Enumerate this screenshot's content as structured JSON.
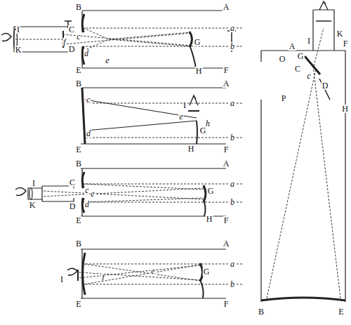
{
  "diagram": {
    "labels": [
      "B",
      "A",
      "I",
      "K",
      "C",
      "c",
      "f",
      "e",
      "D",
      "d",
      "G",
      "H",
      "E",
      "F",
      "a",
      "b",
      "B",
      "A",
      "I",
      "e",
      "h",
      "c",
      "G",
      "a",
      "d",
      "b",
      "E",
      "H",
      "F",
      "B",
      "A",
      "I",
      "C",
      "c",
      "e",
      "a",
      "G",
      "d",
      "K",
      "D",
      "b",
      "E",
      "H",
      "F",
      "B",
      "A",
      "a",
      "G",
      "e",
      "f",
      "I",
      "b",
      "E",
      "F",
      "K",
      "I",
      "A",
      "F",
      "O",
      "G",
      "C",
      "c",
      "D",
      "H",
      "P",
      "B",
      "E"
    ]
  }
}
